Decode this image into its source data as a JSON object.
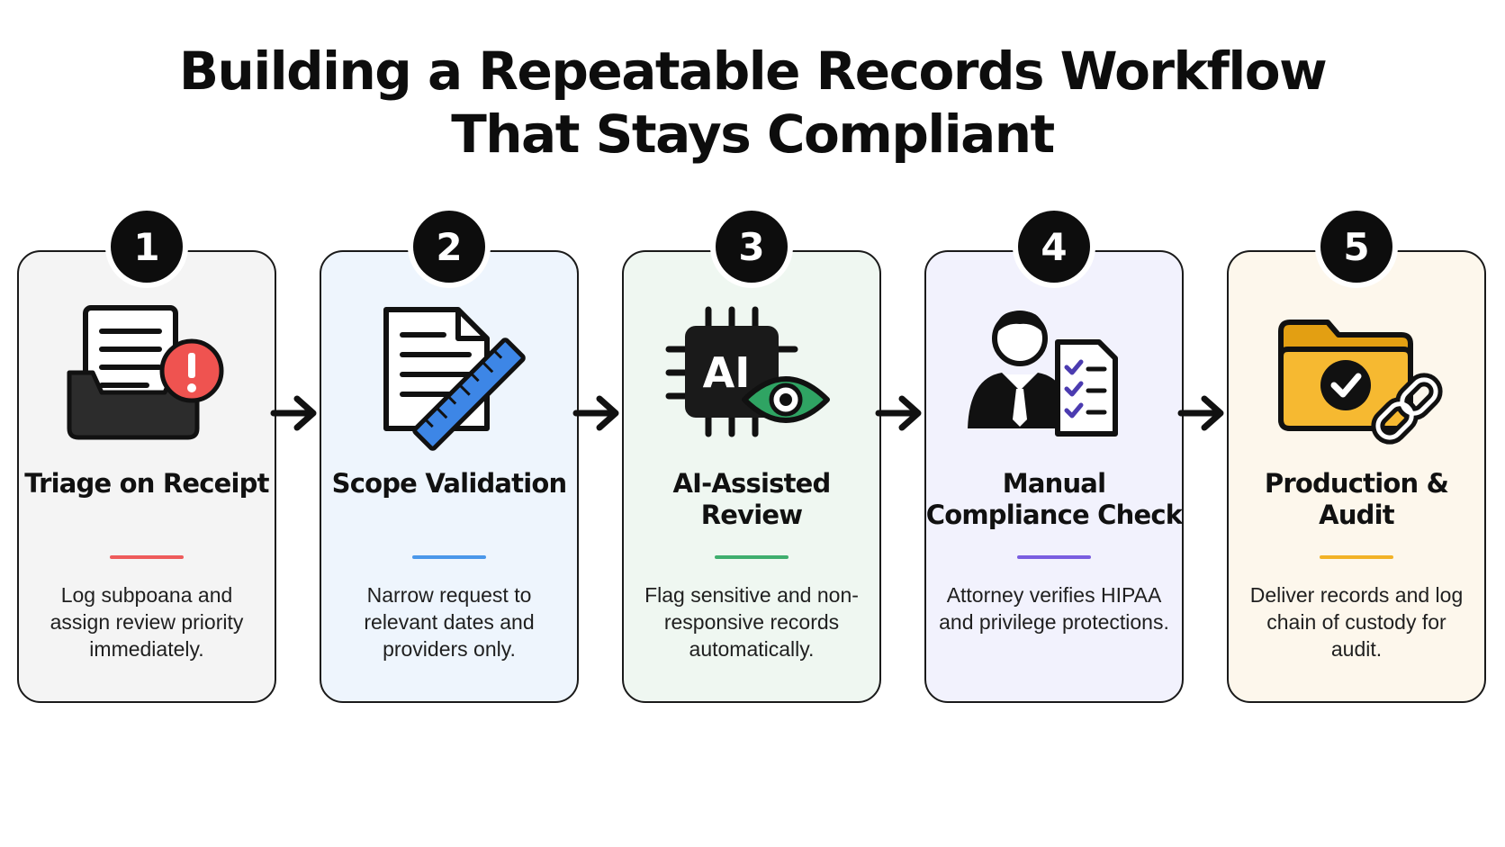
{
  "title": {
    "line1": "Building a Repeatable Records Workflow",
    "line2": "That Stays Compliant"
  },
  "steps": [
    {
      "number": "1",
      "title": "Triage on Receipt",
      "description": "Log subpoana and assign review priority immediately.",
      "icon": "inbox-alert-icon",
      "card_color": "#f4f4f4",
      "accent_color": "#ee5b5b"
    },
    {
      "number": "2",
      "title": "Scope Validation",
      "description": "Narrow request to relevant dates and providers only.",
      "icon": "document-ruler-icon",
      "card_color": "#eef5fd",
      "accent_color": "#4a97ea"
    },
    {
      "number": "3",
      "title": "AI-Assisted Review",
      "description": "Flag sensitive and non-responsive records automatically.",
      "icon": "ai-chip-eye-icon",
      "card_color": "#eff7f1",
      "accent_color": "#3fae6e",
      "icon_text": "AI"
    },
    {
      "number": "4",
      "title": "Manual Compliance Check",
      "description": "Attorney verifies HIPAA and privilege protections.",
      "icon": "attorney-checklist-icon",
      "card_color": "#f2f2fd",
      "accent_color": "#7a5ee0"
    },
    {
      "number": "5",
      "title": "Production & Audit",
      "description": "Deliver records and log chain of custody for audit.",
      "icon": "folder-check-link-icon",
      "card_color": "#fdf7ec",
      "accent_color": "#f2b227"
    }
  ]
}
